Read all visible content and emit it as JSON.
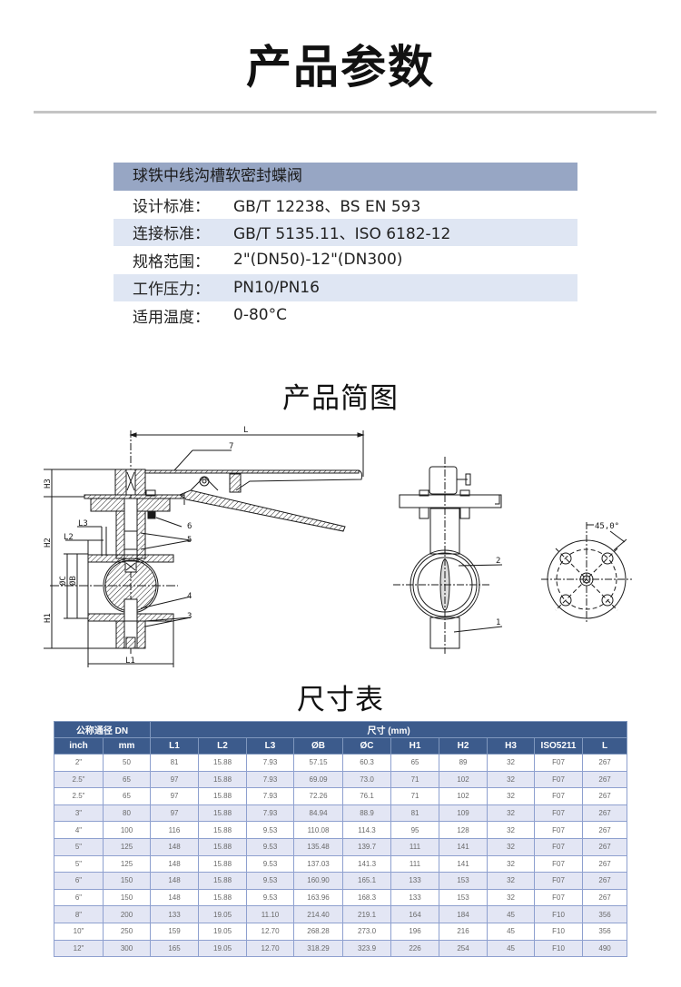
{
  "header": {
    "title": "产品参数"
  },
  "spec": {
    "product_name": "球铁中线沟槽软密封蝶阀",
    "rows": [
      {
        "label": "设计标准：",
        "value": "GB/T 12238、BS EN 593"
      },
      {
        "label": "连接标准：",
        "value": "GB/T 5135.11、ISO 6182-12"
      },
      {
        "label": "规格范围：",
        "value": "2\"(DN50)-12\"(DN300)"
      },
      {
        "label": "工作压力：",
        "value": "PN10/PN16"
      },
      {
        "label": "适用温度：",
        "value": "0-80°C"
      }
    ],
    "colors": {
      "title_bg": "#97a6c4",
      "alt_row_bg": "#dfe6f3"
    }
  },
  "diagram": {
    "title": "产品简图",
    "labels": {
      "L": "L",
      "L1": "L1",
      "L2": "L2",
      "L3": "L3",
      "H1": "H1",
      "H2": "H2",
      "H3": "H3",
      "phiB": "ØB",
      "phiC": "ØC",
      "part1": "1",
      "part2": "2",
      "part3": "3",
      "part4": "4",
      "part5": "5",
      "part6": "6",
      "part7": "7",
      "angle": "45,0°"
    }
  },
  "dimensions": {
    "title": "尺寸表",
    "group_headers": {
      "dn": "公称通径 DN",
      "size": "尺寸 (mm)"
    },
    "columns": [
      "inch",
      "mm",
      "L1",
      "L2",
      "L3",
      "ØB",
      "ØC",
      "H1",
      "H2",
      "H3",
      "ISO5211",
      "L"
    ],
    "rows": [
      [
        "2\"",
        "50",
        "81",
        "15.88",
        "7.93",
        "57.15",
        "60.3",
        "65",
        "89",
        "32",
        "F07",
        "267"
      ],
      [
        "2.5\"",
        "65",
        "97",
        "15.88",
        "7.93",
        "69.09",
        "73.0",
        "71",
        "102",
        "32",
        "F07",
        "267"
      ],
      [
        "2.5\"",
        "65",
        "97",
        "15.88",
        "7.93",
        "72.26",
        "76.1",
        "71",
        "102",
        "32",
        "F07",
        "267"
      ],
      [
        "3\"",
        "80",
        "97",
        "15.88",
        "7.93",
        "84.94",
        "88.9",
        "81",
        "109",
        "32",
        "F07",
        "267"
      ],
      [
        "4\"",
        "100",
        "116",
        "15.88",
        "9.53",
        "110.08",
        "114.3",
        "95",
        "128",
        "32",
        "F07",
        "267"
      ],
      [
        "5\"",
        "125",
        "148",
        "15.88",
        "9.53",
        "135.48",
        "139.7",
        "111",
        "141",
        "32",
        "F07",
        "267"
      ],
      [
        "5\"",
        "125",
        "148",
        "15.88",
        "9.53",
        "137.03",
        "141.3",
        "111",
        "141",
        "32",
        "F07",
        "267"
      ],
      [
        "6\"",
        "150",
        "148",
        "15.88",
        "9.53",
        "160.90",
        "165.1",
        "133",
        "153",
        "32",
        "F07",
        "267"
      ],
      [
        "6\"",
        "150",
        "148",
        "15.88",
        "9.53",
        "163.96",
        "168.3",
        "133",
        "153",
        "32",
        "F07",
        "267"
      ],
      [
        "8\"",
        "200",
        "133",
        "19.05",
        "11.10",
        "214.40",
        "219.1",
        "164",
        "184",
        "45",
        "F10",
        "356"
      ],
      [
        "10\"",
        "250",
        "159",
        "19.05",
        "12.70",
        "268.28",
        "273.0",
        "196",
        "216",
        "45",
        "F10",
        "356"
      ],
      [
        "12\"",
        "300",
        "165",
        "19.05",
        "12.70",
        "318.29",
        "323.9",
        "226",
        "254",
        "45",
        "F10",
        "490"
      ]
    ],
    "colors": {
      "header_bg": "#3c5b8c",
      "alt_row_bg": "#e3e6f4",
      "border": "#8ea0cf"
    }
  }
}
